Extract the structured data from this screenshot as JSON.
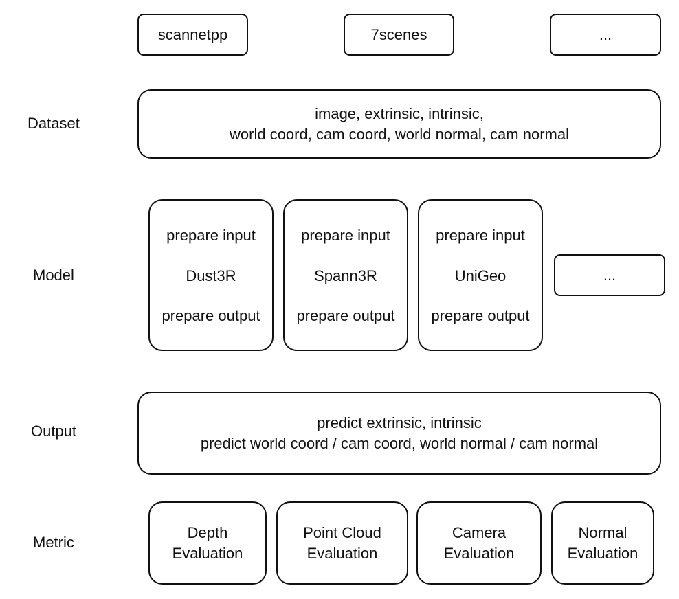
{
  "datasets": [
    "scannetpp",
    "7scenes",
    "..."
  ],
  "layers": {
    "dataset": {
      "label": "Dataset",
      "lines": [
        "image, extrinsic, intrinsic,",
        "world coord, cam coord, world normal, cam normal"
      ]
    },
    "model": {
      "label": "Model",
      "models": [
        {
          "input": "prepare input",
          "name": "Dust3R",
          "output": "prepare output"
        },
        {
          "input": "prepare input",
          "name": "Spann3R",
          "output": "prepare output"
        },
        {
          "input": "prepare input",
          "name": "UniGeo",
          "output": "prepare output"
        }
      ],
      "more": "..."
    },
    "output": {
      "label": "Output",
      "lines": [
        "predict extrinsic, intrinsic",
        "predict world coord / cam coord, world normal / cam normal"
      ]
    },
    "metric": {
      "label": "Metric",
      "items": [
        [
          "Depth",
          "Evaluation"
        ],
        [
          "Point Cloud",
          "Evaluation"
        ],
        [
          "Camera",
          "Evaluation"
        ],
        [
          "Normal",
          "Evaluation"
        ]
      ]
    }
  }
}
